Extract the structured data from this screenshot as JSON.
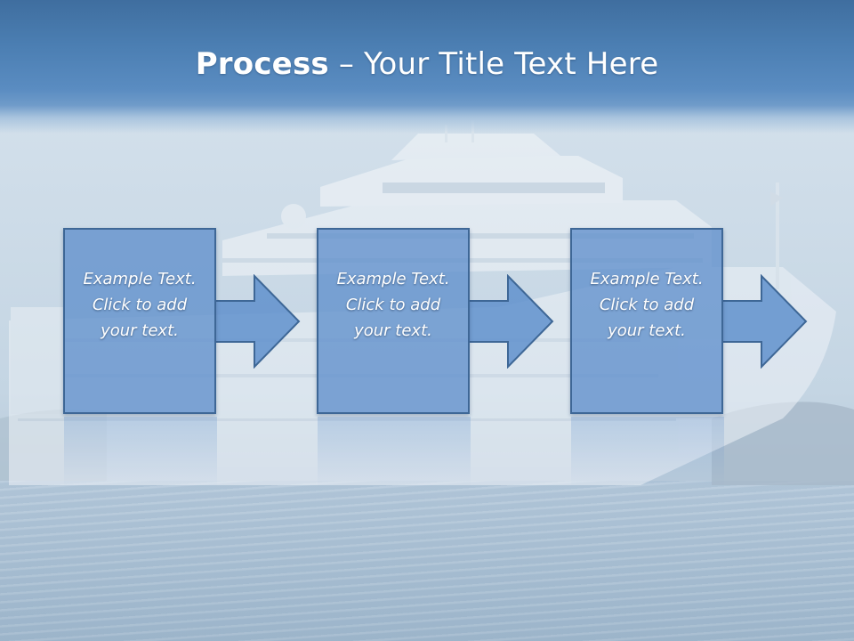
{
  "title": {
    "bold": "Process",
    "rest": " – Your Title Text Here"
  },
  "steps": [
    {
      "text": "Example Text.\nClick  to add\nyour text."
    },
    {
      "text": "Example Text.\nClick  to add\nyour text."
    },
    {
      "text": "Example Text.\nClick  to add\nyour text."
    }
  ],
  "colors": {
    "title_band": "#4b7eb2",
    "box_fill": "#6090cc",
    "box_border": "#3e6796",
    "text": "#ffffff"
  }
}
